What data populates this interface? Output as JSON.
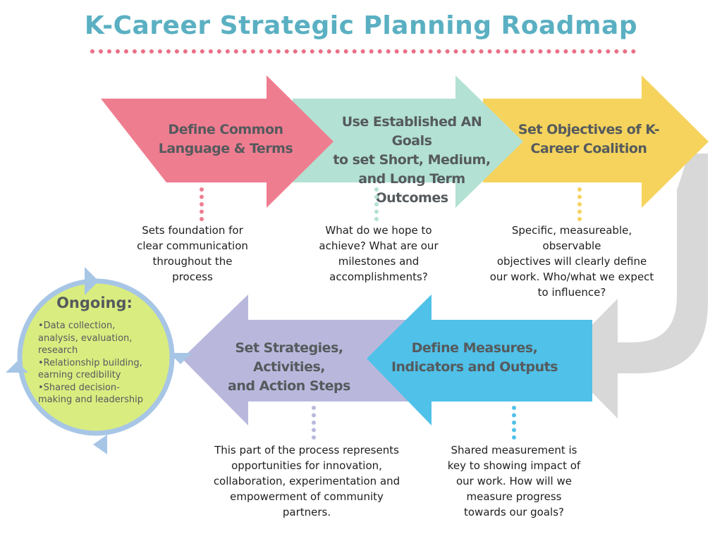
{
  "title": "K-Career Strategic Planning Roadmap",
  "colors": {
    "title": "#5ab0c2",
    "pink": "#ef7d90",
    "mint": "#b3e1d3",
    "yellow": "#f5d35c",
    "grey": "#d8d8d8",
    "blue": "#50c1e9",
    "lavender": "#b9b8dc",
    "ongoing_fill": "#d9ec80",
    "ongoing_ring": "#a7c6e6"
  },
  "steps": [
    {
      "label_lines": [
        "Define Common",
        "Language & Terms"
      ],
      "description_lines": [
        "Sets foundation for",
        "clear communication",
        "throughout the",
        "process"
      ]
    },
    {
      "label_lines": [
        "Use Established AN Goals",
        "to set Short, Medium,",
        "and Long Term Outcomes"
      ],
      "description_lines": [
        "What do we hope to",
        "achieve? What are our",
        "milestones and",
        "accomplishments?"
      ]
    },
    {
      "label_lines": [
        "Set Objectives of K-",
        "Career Coalition"
      ],
      "description_lines": [
        "Specific, measureable,",
        "observable",
        "objectives will clearly define",
        "our work. Who/what we expect",
        "to influence?"
      ]
    },
    {
      "label_lines": [
        "Define Measures,",
        "Indicators and Outputs"
      ],
      "description_lines": [
        "Shared measurement is",
        "key to showing impact of",
        "our work. How will we",
        "measure progress",
        "towards our goals?"
      ]
    },
    {
      "label_lines": [
        "Set Strategies, Activities,",
        "and Action Steps"
      ],
      "description_lines": [
        "This part of the process represents",
        "opportunities for innovation,",
        "collaboration, experimentation and",
        "empowerment of community",
        "partners."
      ]
    }
  ],
  "ongoing": {
    "title": "Ongoing:",
    "item_lines": [
      "•Data collection,",
      "analysis, evaluation,",
      "research",
      "•Relationship building,",
      "earning credibility",
      "•Shared decision-",
      "making and leadership"
    ]
  }
}
